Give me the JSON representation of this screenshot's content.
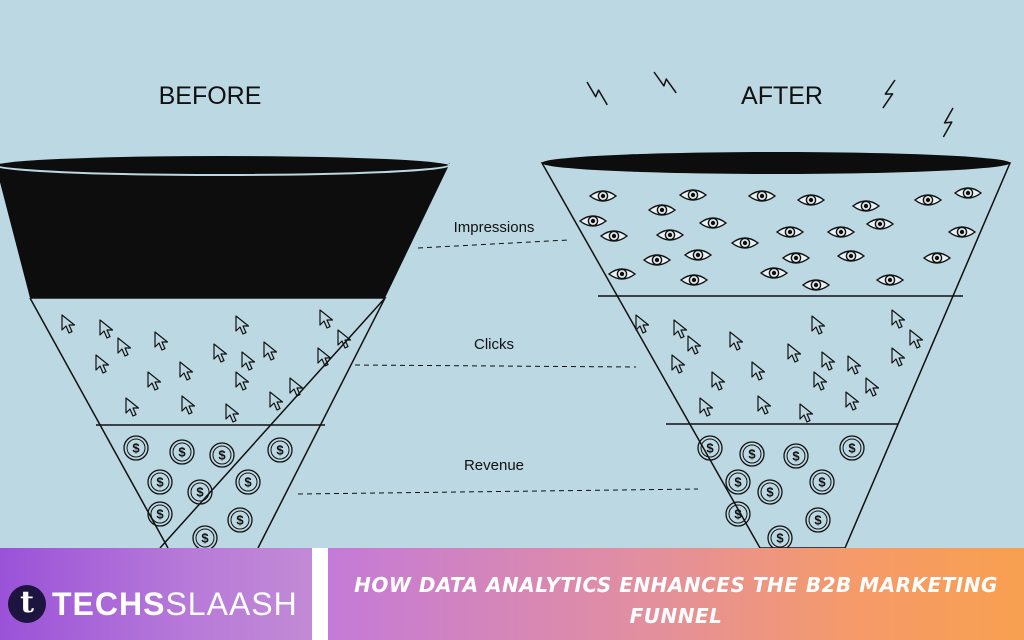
{
  "diagram": {
    "before_label": "BEFORE",
    "after_label": "AFTER",
    "stages": [
      {
        "key": "impressions",
        "label": "Impressions"
      },
      {
        "key": "clicks",
        "label": "Clicks"
      },
      {
        "key": "revenue",
        "label": "Revenue"
      }
    ],
    "icons": {
      "impressions": "eye-icon",
      "clicks": "cursor-arrow-icon",
      "revenue": "dollar-coin-icon",
      "decoration": "lightning-bolt-icon"
    },
    "colors": {
      "background": "#bcd8e2",
      "ink": "#111111"
    }
  },
  "banner": {
    "logo_mark": "t",
    "logo_bold": "TECHS",
    "logo_light": "SLAASH",
    "headline": "HOW DATA ANALYTICS ENHANCES THE B2B MARKETING FUNNEL"
  }
}
